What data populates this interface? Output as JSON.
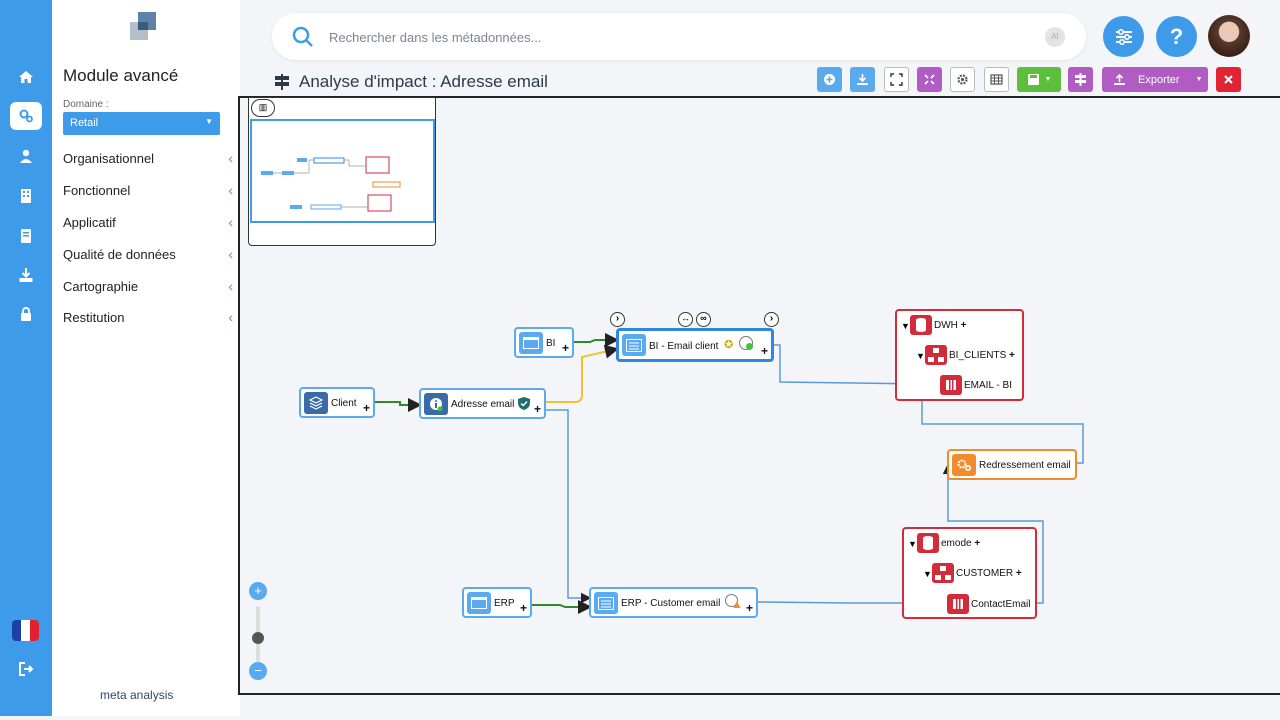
{
  "colors": {
    "accent": "#3d9be9",
    "node_border": "#5aaaf0",
    "db_red": "#d22c3a",
    "transform_orange": "#f28a2e",
    "link_green": "#2d8a2d",
    "link_yellow": "#f5c033",
    "link_blue": "#5a9bd6"
  },
  "rail": {
    "items": [
      {
        "icon": "home-icon"
      },
      {
        "icon": "gears-icon",
        "active": true
      },
      {
        "icon": "user-icon"
      },
      {
        "icon": "building-icon"
      },
      {
        "icon": "book-icon"
      },
      {
        "icon": "download-icon"
      },
      {
        "icon": "lock-icon"
      }
    ],
    "language_icon": "french-flag-icon",
    "logout_icon": "logout-icon"
  },
  "nav": {
    "module_title": "Module avancé",
    "domain_label": "Domaine :",
    "domain_value": "Retail",
    "items": [
      {
        "label": "Organisationnel"
      },
      {
        "label": "Fonctionnel"
      },
      {
        "label": "Applicatif"
      },
      {
        "label": "Qualité de données"
      },
      {
        "label": "Cartographie"
      },
      {
        "label": "Restitution"
      }
    ],
    "brand": "meta analysis"
  },
  "search": {
    "placeholder": "Rechercher dans les métadonnées...",
    "ai_badge": "AI"
  },
  "header": {
    "title": "Analyse d'impact : Adresse email",
    "help": "?"
  },
  "toolbar": {
    "export_label": "Exporter",
    "buttons": [
      {
        "icon": "add-circle-icon",
        "color": "#5aaaf0"
      },
      {
        "icon": "download-icon",
        "color": "#5aaaf0"
      },
      {
        "icon": "fullscreen-icon",
        "color": "#ffffff"
      },
      {
        "icon": "collapse-icon",
        "color": "#b05cc2"
      },
      {
        "icon": "settings-icon",
        "color": "#ffffff"
      },
      {
        "icon": "table-icon",
        "color": "#ffffff"
      },
      {
        "icon": "save-icon",
        "color": "#5cbf3b"
      },
      {
        "icon": "signpost-icon",
        "color": "#b05cc2"
      },
      {
        "icon": "upload-icon",
        "color": "#b05cc2"
      },
      {
        "icon": "close-icon",
        "color": "#e02433"
      }
    ]
  },
  "diagram": {
    "nodes": {
      "client": "Client",
      "adresse_email": "Adresse email",
      "bi": "BI",
      "bi_email_client": "BI - Email client",
      "erp": "ERP",
      "erp_customer_email": "ERP - Customer email",
      "redressement": "Redressement email"
    },
    "dwh": {
      "db": "DWH",
      "table": "BI_CLIENTS",
      "column": "EMAIL - BI"
    },
    "emode": {
      "db": "emode",
      "table": "CUSTOMER",
      "column": "ContactEmail"
    }
  }
}
